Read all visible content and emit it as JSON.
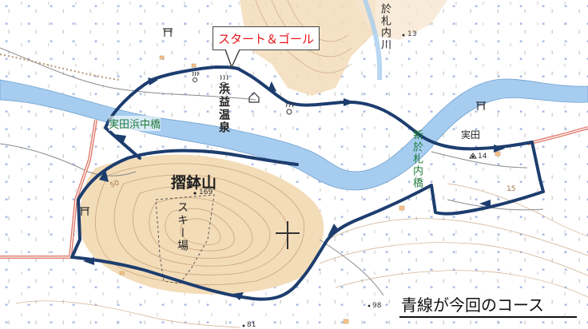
{
  "callout": {
    "text": "スタート＆ゴール"
  },
  "caption": {
    "text": "青線が今回のコース"
  },
  "labels": {
    "bridge_jitta_hamanaka": "実田浜中橋",
    "bridge_shin_oshirarinai": "新於札内橋",
    "onsen": "浜益温泉",
    "mountain": "摺鉢山",
    "ski_area": "スキー場",
    "place_jitta": "実田",
    "river_top": "於札内川",
    "elev_169": "169",
    "elev_13": "13",
    "elev_14": "14",
    "elev_98": "98",
    "elev_81": "81",
    "contour_50": "50",
    "contour_15": "15"
  },
  "colors": {
    "route": "#1d3d6e",
    "water": "#a6cdf0",
    "red_road": "#e07a6a",
    "contour": "#c8a57f",
    "terrain": "#f3dcb8"
  }
}
